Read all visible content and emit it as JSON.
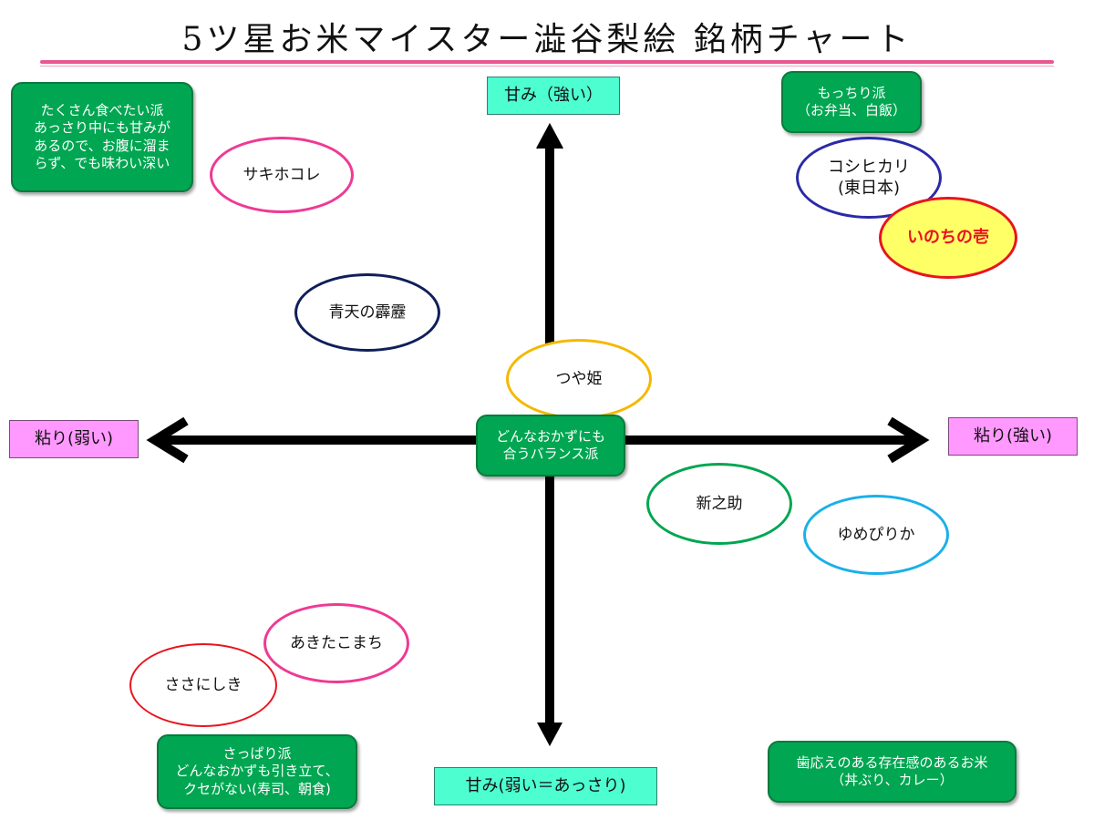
{
  "title": "5ツ星お米マイスター澁谷梨絵 銘柄チャート",
  "axes": {
    "top": "甘み（強い）",
    "bottom": "甘み(弱い＝あっさり)",
    "left": "粘り(弱い)",
    "right": "粘り(強い)"
  },
  "quadrant_notes": {
    "top_left": "たくさん食べたい派\nあっさり中にも甘みが\nあるので、お腹に溜ま\nらず、でも味わい深い",
    "top_right": "もっちり派\n（お弁当、白飯）",
    "center": "どんなおかずにも\n合うバランス派",
    "bottom_left": "さっぱり派\nどんなおかずも引き立て、\nクセがない(寿司、朝食)",
    "bottom_right": "歯応えのある存在感のあるお米\n（丼ぶり、カレー）"
  },
  "varieties": {
    "sakihokore": "サキホコレ",
    "seiten": "青天の霹靂",
    "koshihikari": "コシヒカリ\n(東日本)",
    "inochi": "いのちの壱",
    "tsuyahime": "つや姫",
    "shinnosuke": "新之助",
    "yumepirika": "ゆめぴりか",
    "akitakomachi": "あきたこまち",
    "sasanishiki": "ささにしき"
  },
  "colors": {
    "sakihokore": "#ee3a94",
    "seiten": "#0f1f5a",
    "koshihikari": "#2a2aa8",
    "inochi_border": "#e8141e",
    "inochi_fill": "#ffff66",
    "inochi_text": "#e8141e",
    "tsuyahime": "#f5b800",
    "shinnosuke": "#00a651",
    "yumepirika": "#1ab0e8",
    "akitakomachi": "#ee3a94",
    "sasanishiki": "#e8141e"
  }
}
